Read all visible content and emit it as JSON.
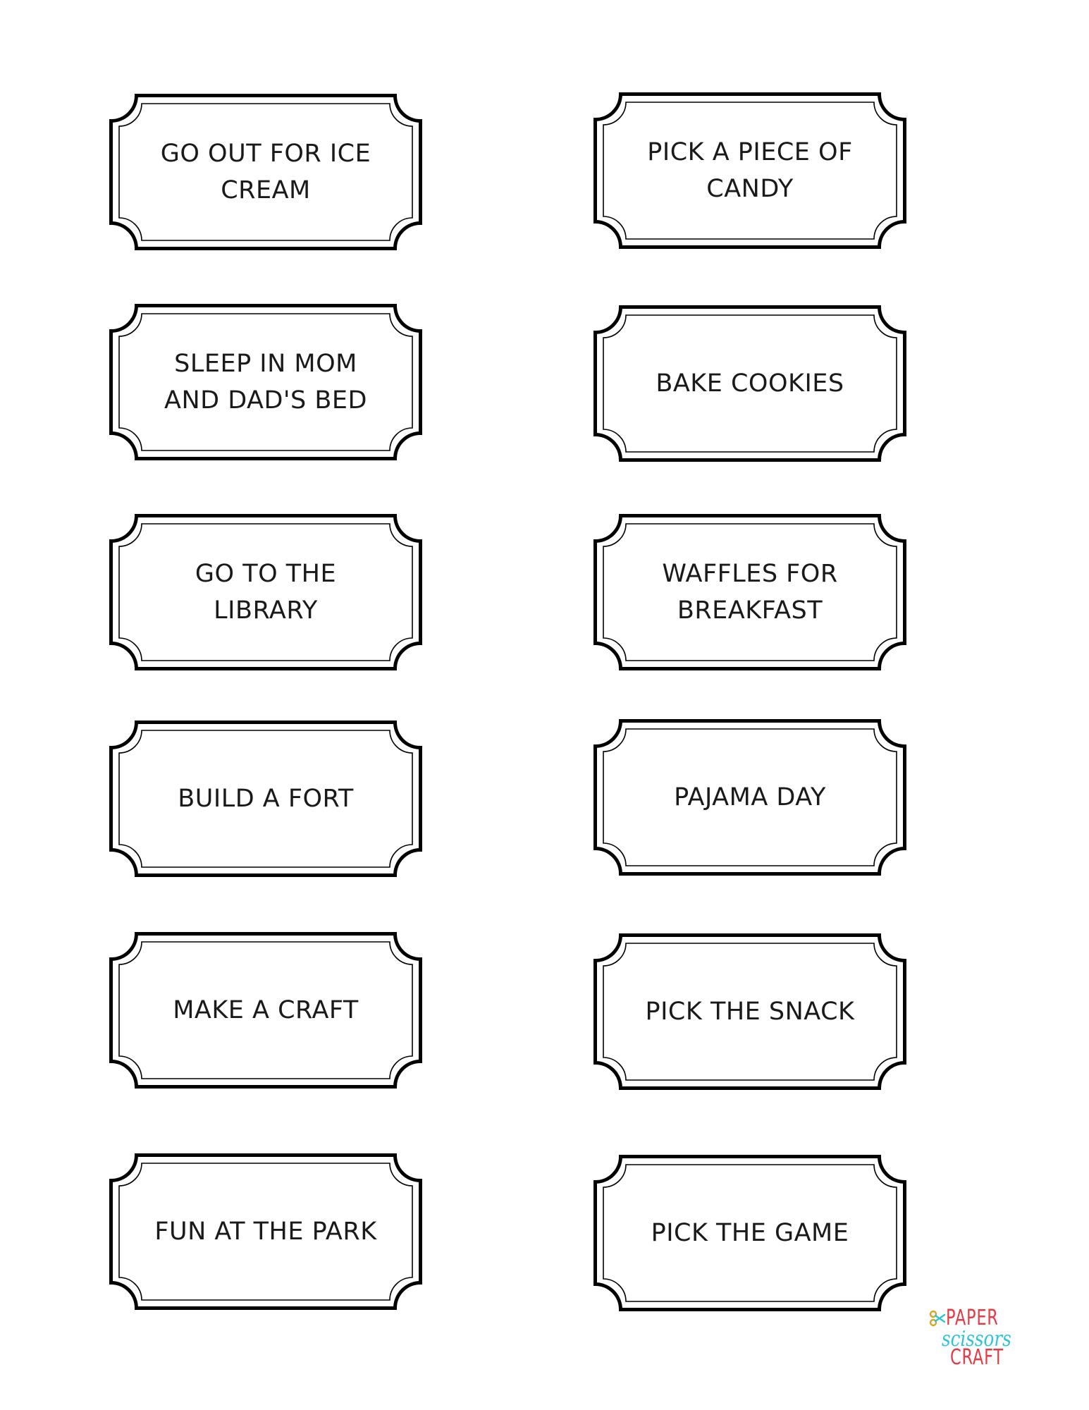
{
  "coupons": [
    {
      "text": "GO OUT FOR ICE CREAM"
    },
    {
      "text": "PICK A PIECE OF CANDY"
    },
    {
      "text": "SLEEP IN MOM AND DAD'S BED"
    },
    {
      "text": "BAKE COOKIES"
    },
    {
      "text": "GO TO THE LIBRARY"
    },
    {
      "text": "WAFFLES FOR BREAKFAST"
    },
    {
      "text": "BUILD A FORT"
    },
    {
      "text": "PAJAMA DAY"
    },
    {
      "text": "MAKE A CRAFT"
    },
    {
      "text": "PICK THE SNACK"
    },
    {
      "text": "FUN AT THE PARK"
    },
    {
      "text": "PICK THE GAME"
    }
  ],
  "logo": {
    "line1": "PAPER",
    "line2": "scissors",
    "line3": "CRAFT",
    "icon": "scissors-icon",
    "colors": {
      "red": "#e63a45",
      "cyan": "#2fc3d8",
      "gold": "#d9a520"
    }
  },
  "colors": {
    "frame": "#000000",
    "text": "#1a1a1a",
    "background": "#ffffff"
  }
}
